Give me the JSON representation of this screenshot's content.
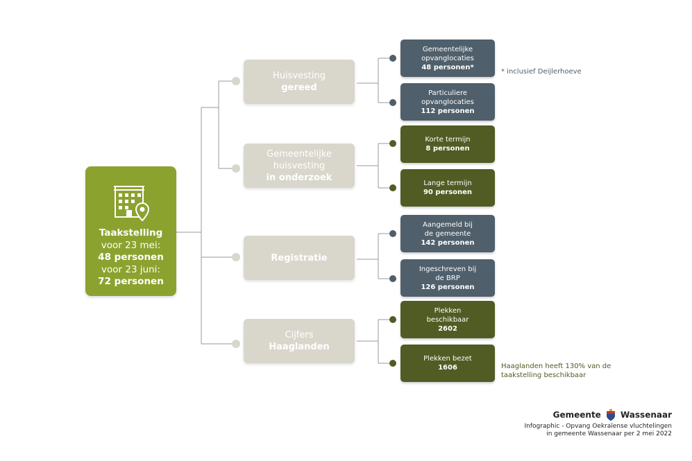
{
  "main": {
    "line1": "Taakstelling",
    "line2": "voor 23 mei:",
    "line3": "48 personen",
    "line4": "voor 23 juni:",
    "line5": "72 personen",
    "icon": "building-location-icon"
  },
  "categories": {
    "huisvesting": {
      "line1": "Huisvesting",
      "line2": "gereed"
    },
    "onderzoek": {
      "line1": "Gemeentelijke",
      "line2": "huisvesting",
      "line3": "in onderzoek"
    },
    "registratie": {
      "line1": "Registratie"
    },
    "cijfers": {
      "line1": "Cijfers",
      "line2": "Haaglanden"
    }
  },
  "leaves": {
    "gemeentelijk": {
      "line1": "Gemeentelijke",
      "line2": "opvanglocaties",
      "line3": "48 personen*"
    },
    "particulier": {
      "line1": "Particuliere",
      "line2": "opvanglocaties",
      "line3": "112 personen"
    },
    "kort": {
      "line1": "Korte termijn",
      "line2": "8 personen"
    },
    "lang": {
      "line1": "Lange termijn",
      "line2": "90 personen"
    },
    "aangemeld": {
      "line1": "Aangemeld bij",
      "line2": "de gemeente",
      "line3": "142 personen"
    },
    "ingeschreven": {
      "line1": "Ingeschreven bij",
      "line2": "de BRP",
      "line3": "126 personen"
    },
    "plekken": {
      "line1": "Plekken",
      "line2": "beschikbaar",
      "line3": "2602"
    },
    "bezet": {
      "line1": "Plekken bezet",
      "line2": "1606"
    }
  },
  "notes": {
    "deijlerhoeve": "* inclusief  Deijlerhoeve",
    "haaglanden_1": "Haaglanden heeft 130% van de",
    "haaglanden_2": "taakstelling beschikbaar"
  },
  "footer": {
    "brand_1": "Gemeente",
    "brand_2": "Wassenaar",
    "caption_1": "Infographic - Opvang Oekraïense vluchtelingen",
    "caption_2": "in gemeente Wassenaar per 2 mei 2022"
  },
  "colors": {
    "main": "#8ca22f",
    "category": "#d9d6cc",
    "slate": "#4f5f6b",
    "olive": "#505c23"
  }
}
